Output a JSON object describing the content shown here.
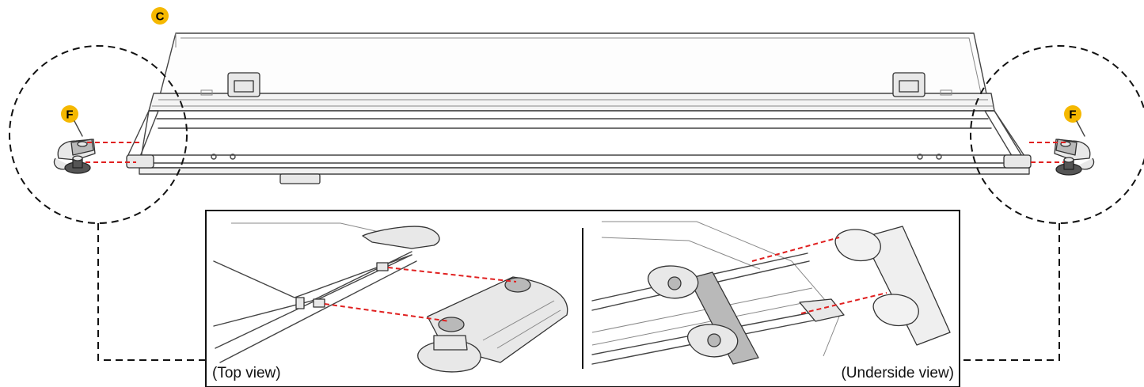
{
  "labels": {
    "tray_badge": "C",
    "clip_badge_left": "F",
    "clip_badge_right": "F"
  },
  "captions": {
    "top_view": "(Top view)",
    "underside_view": "(Underside view)"
  },
  "colors": {
    "badge_fill": "#f5b800",
    "guide_line": "#e02020",
    "outline": "#111111"
  }
}
